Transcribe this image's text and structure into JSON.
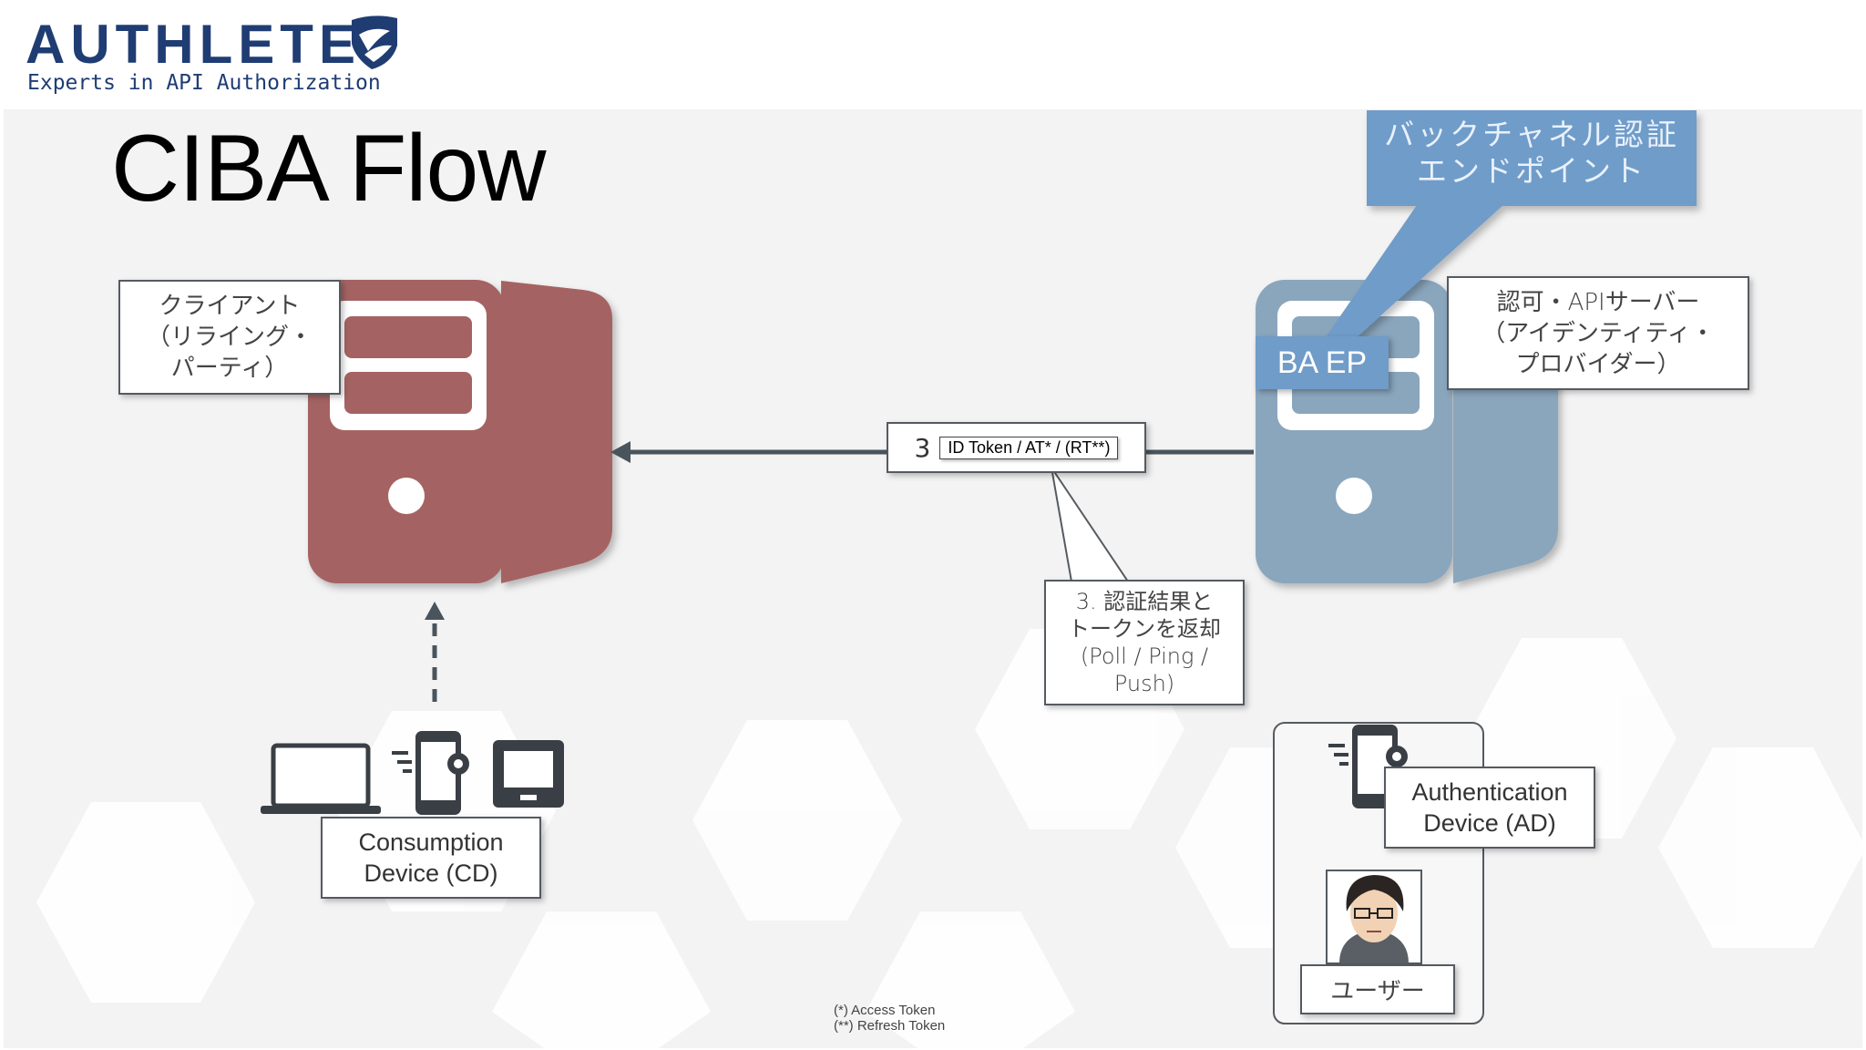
{
  "logo": {
    "wordmark": "AUTHLETE",
    "tagline": "Experts in API Authorization",
    "brand_color": "#1f3d73"
  },
  "title": "CIBA Flow",
  "client": {
    "label_lines": [
      "クライアント",
      "（リライング・",
      "パーティ）"
    ],
    "color": "#a46462"
  },
  "server": {
    "label_lines": [
      "認可・APIサーバー",
      "（アイデンティティ・",
      "プロバイダー）"
    ],
    "color": "#8aa6bd"
  },
  "backchannel_callout": {
    "lines": [
      "バックチャネル認証",
      "エンドポイント"
    ],
    "color": "#6f9cc9"
  },
  "ba_ep": "BA EP",
  "step": {
    "number": "3",
    "token_text": "ID Token / AT* / (RT**)"
  },
  "step_callout": {
    "lines": [
      "3. 認証結果と",
      "トークンを返却",
      "(Poll / Ping /",
      "Push)"
    ]
  },
  "consumption_device": {
    "lines": [
      "Consumption",
      "Device (CD)"
    ]
  },
  "authentication_device": {
    "lines": [
      "Authentication",
      "Device (AD)"
    ]
  },
  "user_label": "ユーザー",
  "footnotes": [
    "(*) Access Token",
    "(**) Refresh Token"
  ]
}
